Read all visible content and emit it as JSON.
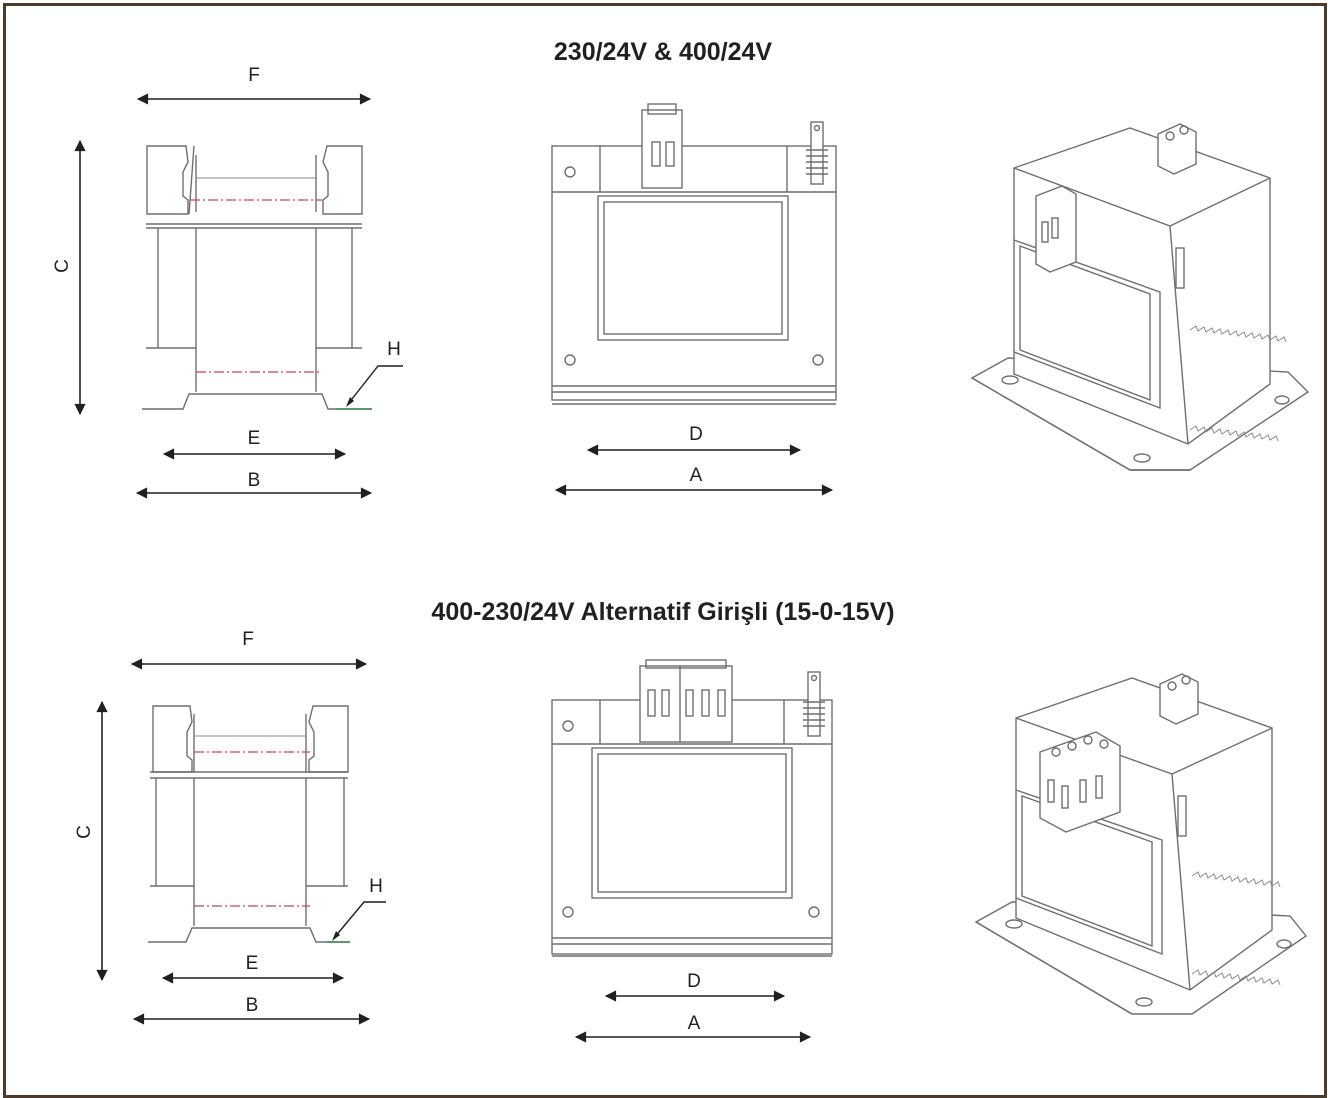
{
  "sections": [
    {
      "title": "230/24V & 400/24V",
      "labels": {
        "F": "F",
        "C": "C",
        "H": "H",
        "E": "E",
        "B": "B",
        "D": "D",
        "A": "A"
      }
    },
    {
      "title": "400-230/24V Alternatif Girişli (15-0-15V)",
      "labels": {
        "F": "F",
        "C": "C",
        "H": "H",
        "E": "E",
        "B": "B",
        "D": "D",
        "A": "A"
      }
    }
  ],
  "colors": {
    "frame": "#4a3b2a",
    "line": "#6f6f6f",
    "centerline": "#d04050",
    "base_mark": "#3f8f4f",
    "text": "#231f20"
  }
}
